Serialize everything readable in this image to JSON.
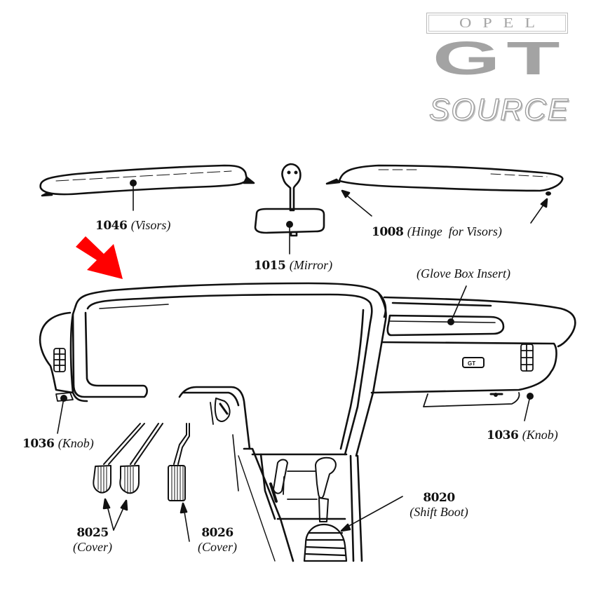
{
  "logo": {
    "brand_top": "OPEL",
    "brand_main": "GT",
    "brand_bottom": "SOURCE",
    "color": "#a3a3a3"
  },
  "indicator_arrow": {
    "icon": "red-arrow-down-right",
    "color": "#ff0000"
  },
  "callouts": [
    {
      "id": "visors",
      "part_number": "1046",
      "description": "(Visors)"
    },
    {
      "id": "mirror",
      "part_number": "1015",
      "description": "(Mirror)"
    },
    {
      "id": "hinge",
      "part_number": "1008",
      "description": "(Hinge  for Visors)"
    },
    {
      "id": "glove-box",
      "part_number": "",
      "description": "(Glove Box Insert)"
    },
    {
      "id": "knob-left",
      "part_number": "1036",
      "description": "(Knob)"
    },
    {
      "id": "knob-right",
      "part_number": "1036",
      "description": "(Knob)"
    },
    {
      "id": "shift-boot",
      "part_number": "8020",
      "description": "(Shift Boot)"
    },
    {
      "id": "pedal-cover-8025",
      "part_number": "8025",
      "description": "(Cover)"
    },
    {
      "id": "pedal-cover-8026",
      "part_number": "8026",
      "description": "(Cover)"
    }
  ]
}
